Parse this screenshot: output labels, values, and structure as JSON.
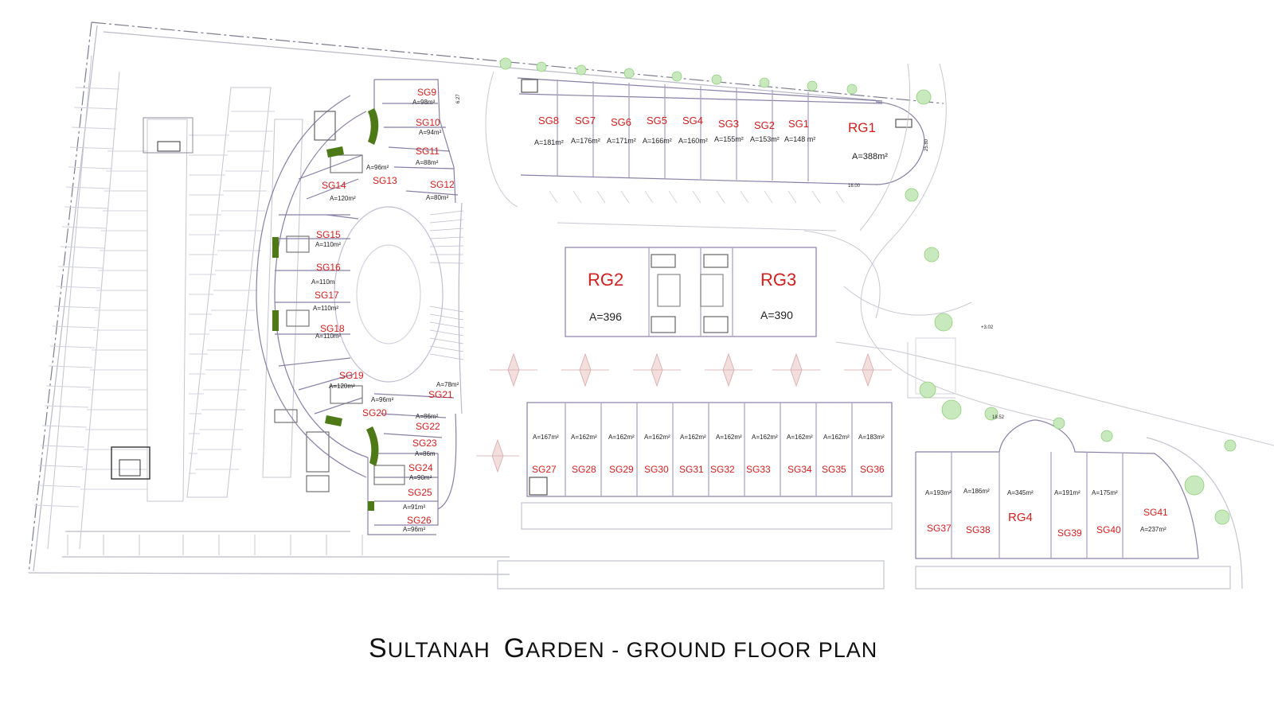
{
  "title_parts": {
    "w1_cap": "S",
    "w1_rest": "ULTANAH",
    "w2_cap": "G",
    "w2_rest": "ARDEN",
    "w3": " - GROUND FLOOR PLAN"
  },
  "colors": {
    "unit_label": "#d21f1f",
    "linework": "#b9b9c8",
    "wall": "#8a7fa6",
    "green_wall": "#4d7a16",
    "tree": "#8fcf7a"
  },
  "units": [
    {
      "id": "SG1",
      "area": "A=148 m²"
    },
    {
      "id": "SG2",
      "area": "A=153m²"
    },
    {
      "id": "SG3",
      "area": "A=155m²"
    },
    {
      "id": "SG4",
      "area": "A=160m²"
    },
    {
      "id": "SG5",
      "area": "A=166m²"
    },
    {
      "id": "SG6",
      "area": "A=171m²"
    },
    {
      "id": "SG7",
      "area": "A=176m²"
    },
    {
      "id": "SG8",
      "area": "A=181m²"
    },
    {
      "id": "RG1",
      "area": "A=388m²"
    },
    {
      "id": "SG9",
      "area": "A=98m²"
    },
    {
      "id": "SG10",
      "area": "A=94m²"
    },
    {
      "id": "SG11",
      "area": "A=88m²"
    },
    {
      "id": "SG12",
      "area": "A=80m²"
    },
    {
      "id": "SG13",
      "area": "A=96m²"
    },
    {
      "id": "SG14",
      "area": "A=120m²"
    },
    {
      "id": "SG15",
      "area": "A=110m²"
    },
    {
      "id": "SG16",
      "area": "A=110m"
    },
    {
      "id": "SG17",
      "area": "A=110m²"
    },
    {
      "id": "SG18",
      "area": "A=110m²"
    },
    {
      "id": "SG19",
      "area": "A=120m²"
    },
    {
      "id": "SG20",
      "area": "A=96m²"
    },
    {
      "id": "SG21",
      "area": "A=78m²"
    },
    {
      "id": "SG22",
      "area": "A=86m²"
    },
    {
      "id": "SG23",
      "area": "A=86m"
    },
    {
      "id": "SG24",
      "area": "A=90m²"
    },
    {
      "id": "SG25",
      "area": "A=91m²"
    },
    {
      "id": "SG26",
      "area": "A=96m²"
    },
    {
      "id": "RG2",
      "area": "A=396"
    },
    {
      "id": "RG3",
      "area": "A=390"
    },
    {
      "id": "SG27",
      "area": "A=167m²"
    },
    {
      "id": "SG28",
      "area": "A=162m²"
    },
    {
      "id": "SG29",
      "area": "A=162m²"
    },
    {
      "id": "SG30",
      "area": "A=162m²"
    },
    {
      "id": "SG31",
      "area": "A=162m²"
    },
    {
      "id": "SG32",
      "area": "A=162m²"
    },
    {
      "id": "SG33",
      "area": "A=162m²"
    },
    {
      "id": "SG34",
      "area": "A=162m²"
    },
    {
      "id": "SG35",
      "area": "A=162m²"
    },
    {
      "id": "SG36",
      "area": "A=183m²"
    },
    {
      "id": "SG37",
      "area": "A=193m²"
    },
    {
      "id": "SG38",
      "area": "A=186m²"
    },
    {
      "id": "RG4",
      "area": "A=345m²"
    },
    {
      "id": "SG39",
      "area": "A=191m²"
    },
    {
      "id": "SG40",
      "area": "A=175m²"
    },
    {
      "id": "SG41",
      "area": "A=237m²"
    }
  ],
  "dimension_notes": [
    "25.80",
    "16.00",
    "18.52",
    "+3.02",
    "6.27"
  ]
}
